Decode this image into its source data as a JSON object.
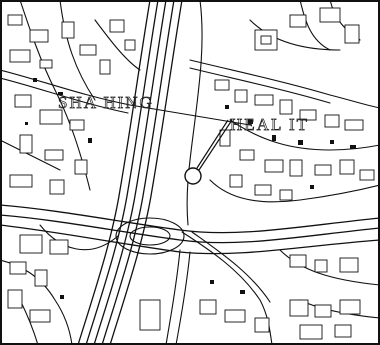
{
  "map": {
    "labels": [
      {
        "id": "district-west",
        "text": "SHA HING"
      },
      {
        "id": "district-east",
        "text": "HEAL IT"
      }
    ],
    "marker": {
      "type": "circle-locator",
      "icon": "location-circle-icon"
    }
  }
}
